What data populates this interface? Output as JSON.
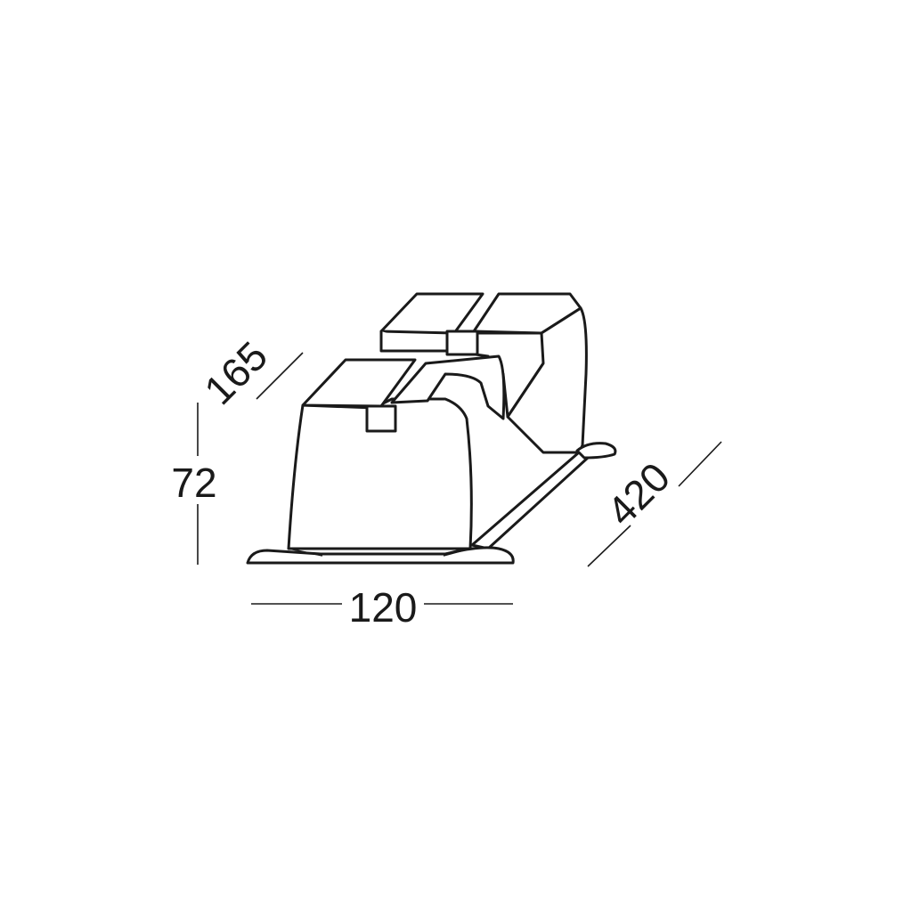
{
  "dimensions": {
    "depth_top": "165",
    "height": "72",
    "width": "120",
    "length": "420"
  },
  "colors": {
    "line": "#1a1a1a",
    "background": "#ffffff"
  }
}
